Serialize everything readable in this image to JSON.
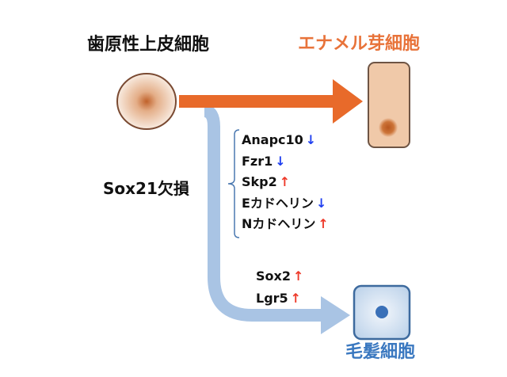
{
  "labels": {
    "source_cell": "歯原性上皮細胞",
    "enamel_cell": "エナメル芽細胞",
    "knockout": "Sox21欠損",
    "hair_cell": "毛髪細胞"
  },
  "genes_bracket": [
    {
      "name": "Anapc10",
      "direction": "down"
    },
    {
      "name": "Fzr1",
      "direction": "down"
    },
    {
      "name": "Skp2",
      "direction": "up"
    },
    {
      "name": "Eカドヘリン",
      "direction": "down"
    },
    {
      "name": "Nカドヘリン",
      "direction": "up"
    }
  ],
  "genes_hair": [
    {
      "name": "Sox2",
      "direction": "up"
    },
    {
      "name": "Lgr5",
      "direction": "up"
    }
  ],
  "colors": {
    "orange": "#e86a2a",
    "orange_text": "#e8733a",
    "blue_arrow": "#a9c4e4",
    "blue_text": "#3a78c0",
    "down": "#1f3ff0",
    "up": "#ee3a2a"
  }
}
